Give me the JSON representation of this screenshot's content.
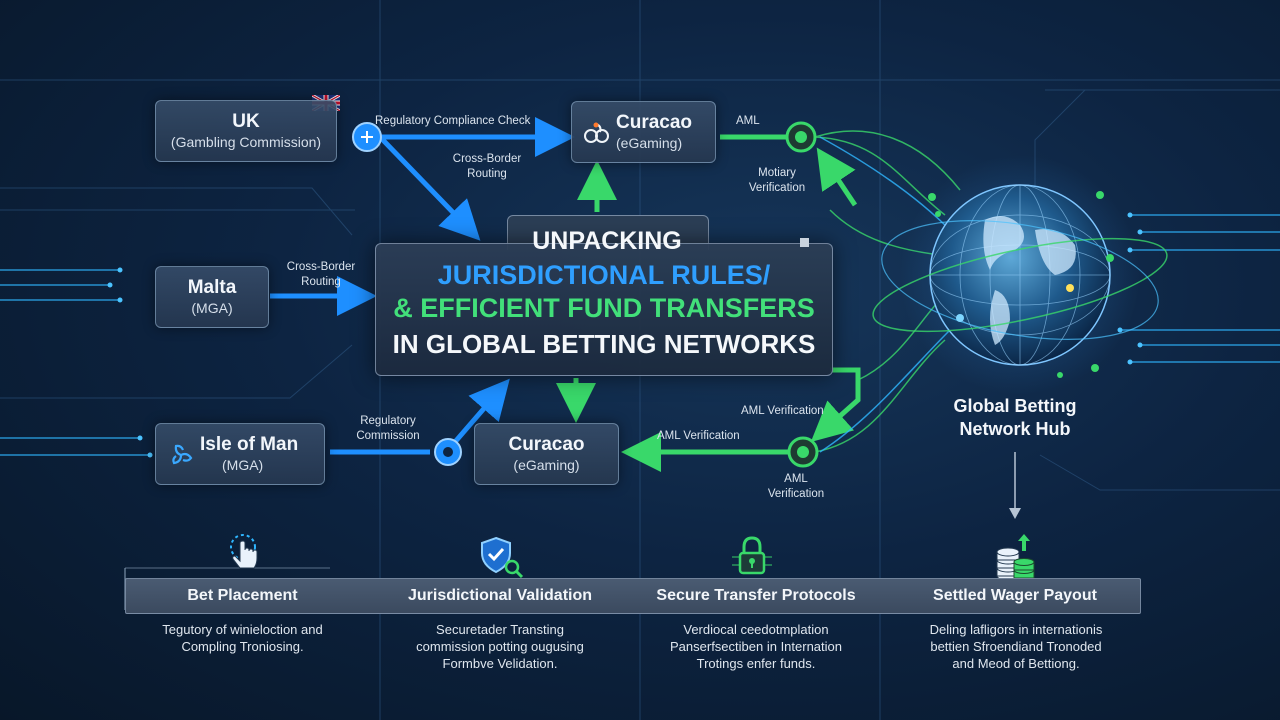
{
  "title": {
    "line1": "UNPACKING",
    "line2": "JURISDICTIONAL RULES/",
    "line3": "& EFFICIENT FUND TRANSFERS",
    "line4": "IN GLOBAL BETTING NETWORKS"
  },
  "nodes": {
    "uk": {
      "title": "UK",
      "subtitle": "(Gambling Commission)"
    },
    "malta": {
      "title": "Malta",
      "subtitle": "(MGA)"
    },
    "isle_of_man": {
      "title": "Isle of Man",
      "subtitle": "(MGA)"
    },
    "curacao_top": {
      "title": "Curacao",
      "subtitle": "(eGaming)"
    },
    "curacao_bottom": {
      "title": "Curacao",
      "subtitle": "(eGaming)"
    }
  },
  "edge_labels": {
    "regulatory_compliance_check": "Regulatory Compliance Check",
    "cross_border_routing_top": [
      "Cross-Border",
      "Routing"
    ],
    "cross_border_routing_malta": [
      "Cross-Border",
      "Routing"
    ],
    "aml_top": "AML",
    "motiary_verification": [
      "Motiary",
      "Verification"
    ],
    "regulatory_commission": [
      "Regulatory",
      "Commission"
    ],
    "aml_verification_right": "AML Verification",
    "aml_verification_mid": "AML Verification",
    "aml_verification_bottom": [
      "AML",
      "Verification"
    ]
  },
  "hub": {
    "line1": "Global Betting",
    "line2": "Network Hub"
  },
  "steps": [
    {
      "label": "Bet Placement",
      "icon": "hand-pointer-icon",
      "desc": [
        "Tegutory of winieloction and",
        "Compling Troniosing."
      ]
    },
    {
      "label": "Jurisdictional Validation",
      "icon": "shield-check-icon",
      "desc": [
        "Securetader Transting",
        "commission potting ougusing",
        "Formbve Velidation."
      ]
    },
    {
      "label": "Secure Transfer Protocols",
      "icon": "padlock-icon",
      "desc": [
        "Verdiocal ceedotmplation",
        "Panserfsectiben in Internation",
        "Trotings enfer funds."
      ]
    },
    {
      "label": "Settled Wager Payout",
      "icon": "coin-stack-icon",
      "desc": [
        "Deling lafligors in internationis",
        "bettien Sfroendiand Tronoded",
        "and Meod of Bettiong."
      ]
    }
  ],
  "colors": {
    "blue": "#1e8fff",
    "green": "#39d86a",
    "background": "#0d2442"
  }
}
